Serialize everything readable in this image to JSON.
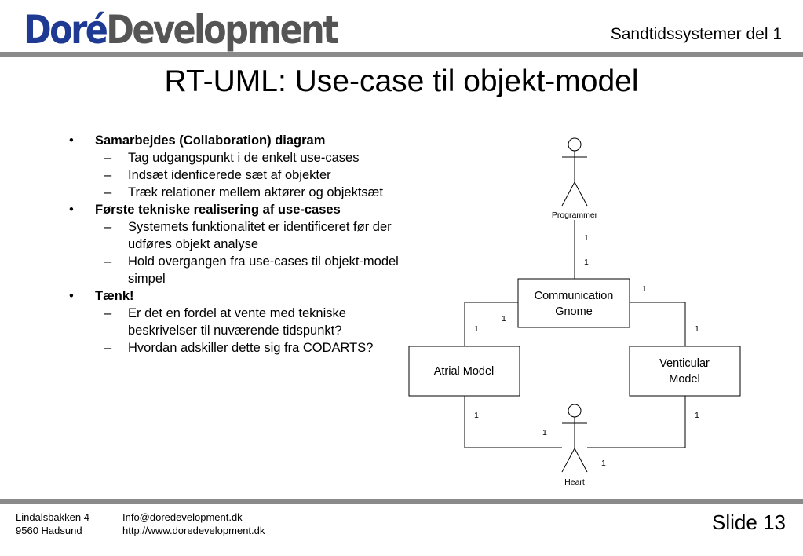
{
  "header": {
    "logo_part1": "Doré",
    "logo_part2": "Development",
    "course": "Sandtidssystemer del 1",
    "colors": {
      "logo_blue": "#1f3a93",
      "logo_gray": "#555555",
      "bar": "#8a8a8a"
    }
  },
  "title": "RT-UML: Use-case til objekt-model",
  "bullets": [
    {
      "text": "Samarbejdes (Collaboration) diagram",
      "subs": [
        "Tag udgangspunkt i de enkelt use-cases",
        "Indsæt idenficerede sæt af objekter",
        "Træk relationer mellem aktører og objektsæt"
      ]
    },
    {
      "text": "Første tekniske realisering af use-cases",
      "subs": [
        "Systemets funktionalitet er identificeret før der udføres objekt analyse",
        "Hold overgangen fra use-cases til objekt-model simpel"
      ]
    },
    {
      "text": "Tænk!",
      "subs": [
        "Er det en fordel at vente med tekniske beskrivelser til nuværende tidspunkt?",
        "Hvordan adskiller dette sig fra CODARTS?"
      ]
    }
  ],
  "diagram": {
    "actor_programmer": "Programmer",
    "actor_heart": "Heart",
    "obj_comm_line1": "Communication",
    "obj_comm_line2": "Gnome",
    "obj_atrial": "Atrial Model",
    "obj_vent_line1": "Venticular",
    "obj_vent_line2": "Model",
    "mult_prog": "1",
    "mult_comm_top": "1",
    "mult_comm_right": "1",
    "mult_comm_left": "1",
    "mult_atrial_top": "1",
    "mult_vent_top": "1",
    "mult_atrial_bottom": "1",
    "mult_heart_left": "1",
    "mult_vent_bottom": "1",
    "mult_heart_right": "1"
  },
  "footer": {
    "address_line1": "Lindalsbakken 4",
    "address_line2": "9560 Hadsund",
    "email": "Info@doredevelopment.dk",
    "url": "http://www.doredevelopment.dk",
    "slide": "Slide 13"
  }
}
